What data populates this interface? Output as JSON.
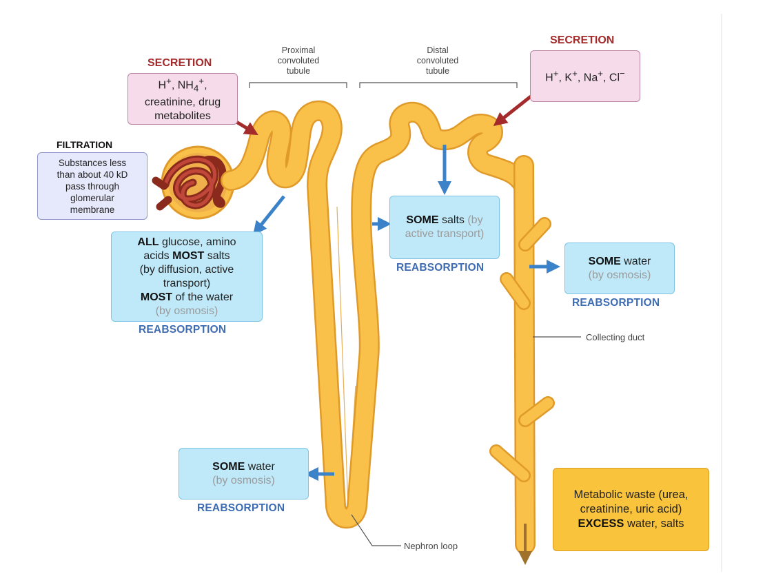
{
  "labels": {
    "proximal": [
      "Proximal",
      "convoluted",
      "tubule"
    ],
    "distal": [
      "Distal",
      "convoluted",
      "tubule"
    ],
    "collecting_duct": "Collecting duct",
    "nephron_loop": "Nephron loop"
  },
  "secretion_left": {
    "title": "SECRETION",
    "line1_html": "H<sup>+</sup>, NH<sub>4</sub><sup>+</sup>,",
    "line2": "creatinine, drug",
    "line3": "metabolites"
  },
  "secretion_right": {
    "title": "SECRETION",
    "text_html": "H<sup>+</sup>, K<sup>+</sup>, Na<sup>+</sup>, Cl<sup>&minus;</sup>"
  },
  "filtration": {
    "title": "FILTRATION",
    "lines": [
      "Substances less",
      "than about 40 kD",
      "pass through",
      "glomerular",
      "membrane"
    ]
  },
  "reabsorption_proximal": {
    "title": "REABSORPTION",
    "l1_bold": "ALL",
    "l1_rest": " glucose, amino",
    "l2_pre": "acids ",
    "l2_bold": "MOST",
    "l2_rest": " salts",
    "l3": "(by diffusion, active",
    "l4": "transport)",
    "l5_bold": "MOST",
    "l5_rest": " of the water",
    "l6": "(by osmosis)"
  },
  "reabsorption_distal": {
    "title": "REABSORPTION",
    "l1_bold": "SOME",
    "l1_rest": " salts",
    "l1_grey": " (by",
    "l2": "active transport)"
  },
  "reabsorption_collecting": {
    "title": "REABSORPTION",
    "l1_bold": "SOME",
    "l1_rest": " water",
    "l2": "(by osmosis)"
  },
  "reabsorption_loop": {
    "title": "REABSORPTION",
    "l1_bold": "SOME",
    "l1_rest": " water",
    "l2": "(by osmosis)"
  },
  "excretion": {
    "l1": "Metabolic waste (urea,",
    "l2": "creatinine, uric acid)",
    "l3_bold": "EXCESS",
    "l3_rest": " water, salts"
  },
  "colors": {
    "tubule_fill": "#f9c14a",
    "tubule_edge": "#e09a2a",
    "secretion_arrow": "#a32b2b",
    "reabsorption_arrow": "#3b82c9",
    "excretion_arrow": "#a0712a"
  }
}
